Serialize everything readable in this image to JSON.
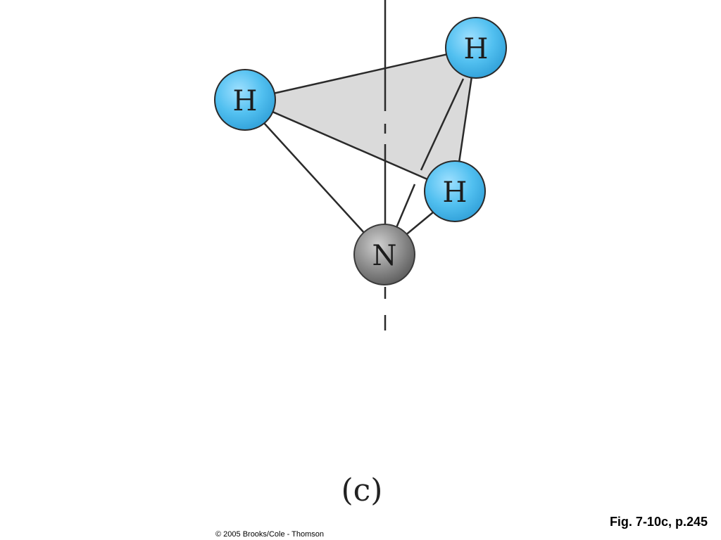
{
  "diagram": {
    "panel_label": "(c)",
    "atoms": {
      "hydrogen_left": {
        "symbol": "H"
      },
      "hydrogen_top_right": {
        "symbol": "H"
      },
      "hydrogen_front": {
        "symbol": "H"
      },
      "nitrogen": {
        "symbol": "N"
      }
    }
  },
  "footer": {
    "figure_ref": "Fig. 7-10c, p.245",
    "copyright": "© 2005 Brooks/Cole - Thomson"
  },
  "colors": {
    "hydrogen": "#52c0f0",
    "nitrogen": "#8a8a8a",
    "base_plane": "#dadada",
    "bond": "#2a2a2a"
  }
}
